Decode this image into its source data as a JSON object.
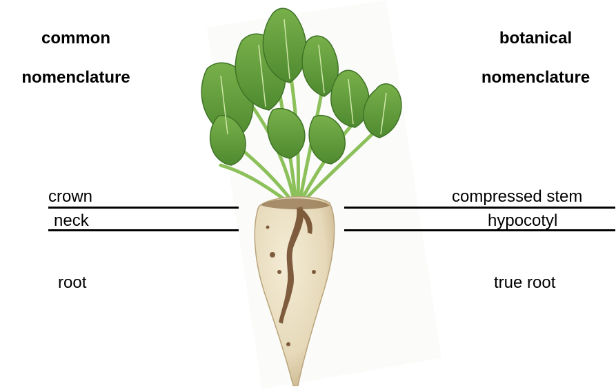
{
  "left": {
    "heading_line1": "common",
    "heading_line2": "nomenclature",
    "labels": {
      "crown": "crown",
      "neck": "neck",
      "root": "root"
    }
  },
  "right": {
    "heading_line1": "botanical",
    "heading_line2": "nomenclature",
    "labels": {
      "crown": "compressed stem",
      "neck": "hypocotyl",
      "root": "true root"
    }
  },
  "figure": {
    "subject": "sugar-beet-plant-illustration"
  },
  "colors": {
    "text": "#000000",
    "leaf": "#5e9a3a",
    "root": "#eadfc4",
    "soil": "#6b4424"
  }
}
